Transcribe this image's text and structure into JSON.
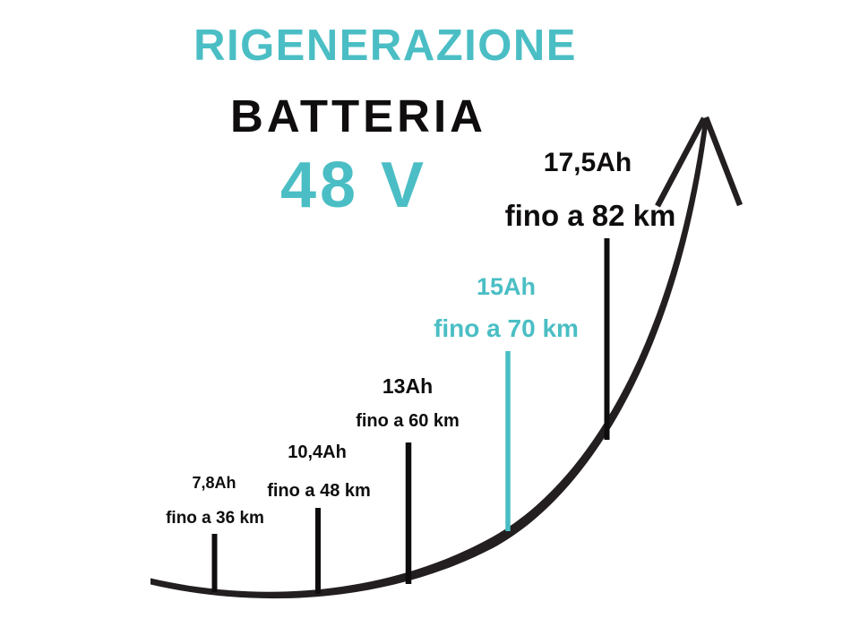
{
  "title": {
    "brand_line": "RIGENERAZIONE",
    "subject_line": "BATTERIA",
    "voltage": "48 V"
  },
  "colors": {
    "accent_teal": "#4ABEC4",
    "ink_black": "#231F20"
  },
  "chart_data": {
    "type": "line",
    "title": "RIGENERAZIONE BATTERIA 48 V",
    "style": "ascending tapered swoosh arrow with vertical tick marks, no axes, no grid",
    "x_units": "Ah",
    "y_units": "km",
    "points": [
      {
        "capacity_ah": "7,8Ah",
        "capacity_value": 7.8,
        "range_label": "fino a 36 km",
        "range_km": 36,
        "highlighted": false
      },
      {
        "capacity_ah": "10,4Ah",
        "capacity_value": 10.4,
        "range_label": "fino a 48 km",
        "range_km": 48,
        "highlighted": false
      },
      {
        "capacity_ah": "13Ah",
        "capacity_value": 13,
        "range_label": "fino a 60 km",
        "range_km": 60,
        "highlighted": false
      },
      {
        "capacity_ah": "15Ah",
        "capacity_value": 15,
        "range_label": "fino a 70 km",
        "range_km": 70,
        "highlighted": true
      },
      {
        "capacity_ah": "17,5Ah",
        "capacity_value": 17.5,
        "range_label": "fino a 82 km",
        "range_km": 82,
        "highlighted": false
      }
    ]
  }
}
